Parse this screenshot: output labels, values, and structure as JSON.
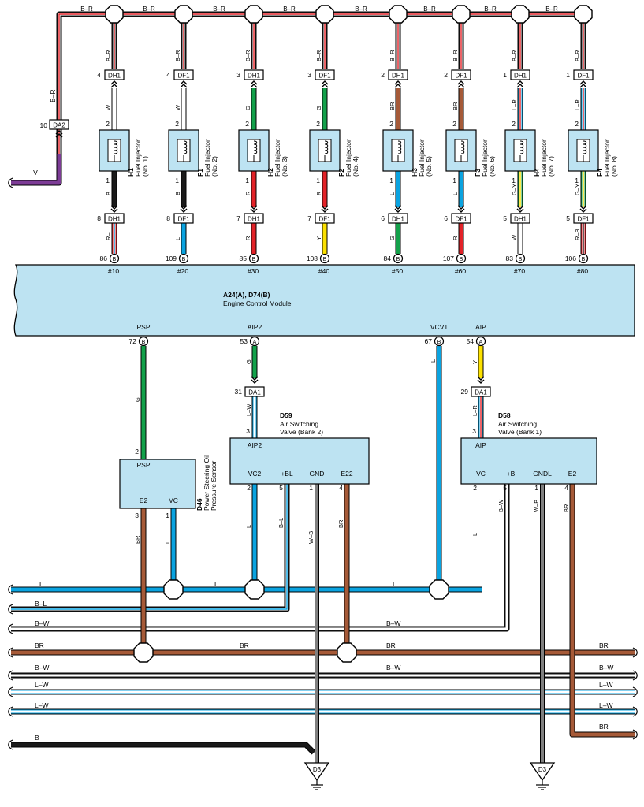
{
  "colors": {
    "B": "#1a1a1a",
    "R": "#e32228",
    "G": "#13a14a",
    "L": "#0aa3e0",
    "Y": "#fce100",
    "BR": "#a65a38",
    "V": "#7d3c96",
    "W": "#ffffff",
    "module_fill": "#bde3f2",
    "component_fill": "#bde3f2"
  },
  "top_bus": {
    "label": "B–R"
  },
  "da2": {
    "name": "DA2",
    "pin": "10",
    "upper_wire": "B–R",
    "lower_wire": "V"
  },
  "injectors": [
    {
      "code": "H1",
      "name": "Fuel Injector",
      "num": "(No. 1)",
      "top_conn": "DH1",
      "top_pin": "4",
      "bus_wire": "B–R",
      "upper_wire": "W",
      "upper_color": "W",
      "upper_stripe": "",
      "pin_upper": "2",
      "pin_lower": "1",
      "mid_wire": "B",
      "mid_color": "B",
      "mid_stripe": "",
      "bot_conn": "DH1",
      "bot_pin": "8",
      "low_wire": "R–L",
      "low_color": "R",
      "low_stripe": "L",
      "ecm_pin": "86",
      "ecm_conn": "B",
      "ecm_label": "#10"
    },
    {
      "code": "F1",
      "name": "Fuel Injector",
      "num": "(No. 2)",
      "top_conn": "DF1",
      "top_pin": "4",
      "bus_wire": "B–R",
      "upper_wire": "W",
      "upper_color": "W",
      "upper_stripe": "",
      "pin_upper": "2",
      "pin_lower": "1",
      "mid_wire": "B",
      "mid_color": "B",
      "mid_stripe": "",
      "bot_conn": "DF1",
      "bot_pin": "8",
      "low_wire": "L",
      "low_color": "L",
      "low_stripe": "",
      "ecm_pin": "109",
      "ecm_conn": "B",
      "ecm_label": "#20"
    },
    {
      "code": "H2",
      "name": "Fuel Injector",
      "num": "(No. 3)",
      "top_conn": "DH1",
      "top_pin": "3",
      "bus_wire": "B–R",
      "upper_wire": "G",
      "upper_color": "G",
      "upper_stripe": "",
      "pin_upper": "2",
      "pin_lower": "1",
      "mid_wire": "R",
      "mid_color": "R",
      "mid_stripe": "",
      "bot_conn": "DH1",
      "bot_pin": "7",
      "low_wire": "R",
      "low_color": "R",
      "low_stripe": "",
      "ecm_pin": "85",
      "ecm_conn": "B",
      "ecm_label": "#30"
    },
    {
      "code": "F2",
      "name": "Fuel Injector",
      "num": "(No. 4)",
      "top_conn": "DF1",
      "top_pin": "3",
      "bus_wire": "B–R",
      "upper_wire": "G",
      "upper_color": "G",
      "upper_stripe": "",
      "pin_upper": "2",
      "pin_lower": "1",
      "mid_wire": "R",
      "mid_color": "R",
      "mid_stripe": "",
      "bot_conn": "DF1",
      "bot_pin": "7",
      "low_wire": "Y",
      "low_color": "Y",
      "low_stripe": "",
      "ecm_pin": "108",
      "ecm_conn": "B",
      "ecm_label": "#40"
    },
    {
      "code": "H3",
      "name": "Fuel Injector",
      "num": "(No. 5)",
      "top_conn": "DH1",
      "top_pin": "2",
      "bus_wire": "B–R",
      "upper_wire": "BR",
      "upper_color": "BR",
      "upper_stripe": "",
      "pin_upper": "2",
      "pin_lower": "1",
      "mid_wire": "L",
      "mid_color": "L",
      "mid_stripe": "",
      "bot_conn": "DH1",
      "bot_pin": "6",
      "low_wire": "G",
      "low_color": "G",
      "low_stripe": "",
      "ecm_pin": "84",
      "ecm_conn": "B",
      "ecm_label": "#50"
    },
    {
      "code": "F3",
      "name": "Fuel Injector",
      "num": "(No. 6)",
      "top_conn": "DF1",
      "top_pin": "2",
      "bus_wire": "B–R",
      "upper_wire": "BR",
      "upper_color": "BR",
      "upper_stripe": "",
      "pin_upper": "2",
      "pin_lower": "1",
      "mid_wire": "L",
      "mid_color": "L",
      "mid_stripe": "",
      "bot_conn": "DF1",
      "bot_pin": "6",
      "low_wire": "R",
      "low_color": "R",
      "low_stripe": "",
      "ecm_pin": "107",
      "ecm_conn": "B",
      "ecm_label": "#60"
    },
    {
      "code": "H4",
      "name": "Fuel Injector",
      "num": "(No. 7)",
      "top_conn": "DH1",
      "top_pin": "1",
      "bus_wire": "B–R",
      "upper_wire": "L–R",
      "upper_color": "L",
      "upper_stripe": "R",
      "pin_upper": "2",
      "pin_lower": "1",
      "mid_wire": "G–Y",
      "mid_color": "G",
      "mid_stripe": "Y",
      "bot_conn": "DH1",
      "bot_pin": "5",
      "low_wire": "W",
      "low_color": "W",
      "low_stripe": "",
      "ecm_pin": "83",
      "ecm_conn": "B",
      "ecm_label": "#70"
    },
    {
      "code": "F4",
      "name": "Fuel Injector",
      "num": "(No. 8)",
      "top_conn": "DF1",
      "top_pin": "1",
      "bus_wire": "B–R",
      "upper_wire": "L–R",
      "upper_color": "L",
      "upper_stripe": "R",
      "pin_upper": "2",
      "pin_lower": "1",
      "mid_wire": "G–Y",
      "mid_color": "G",
      "mid_stripe": "Y",
      "bot_conn": "DF1",
      "bot_pin": "5",
      "low_wire": "R–B",
      "low_color": "R",
      "low_stripe": "B",
      "ecm_pin": "106",
      "ecm_conn": "B",
      "ecm_label": "#80"
    }
  ],
  "ecm": {
    "code": "A24(A), D74(B)",
    "name": "Engine Control Module"
  },
  "ecm_bottom_pins": [
    {
      "label": "PSP",
      "pin": "72",
      "conn": "B"
    },
    {
      "label": "AIP2",
      "pin": "53",
      "conn": "A"
    },
    {
      "label": "VCV1",
      "pin": "67",
      "conn": "B"
    },
    {
      "label": "AIP",
      "pin": "54",
      "conn": "A"
    }
  ],
  "psp_wire": "G",
  "aip2_chain": {
    "wire1": "G",
    "da1_pin": "31",
    "da1_name": "DA1",
    "wire2": "L–W",
    "pin": "3"
  },
  "vcv1_wire": "L",
  "aip_chain": {
    "wire1": "Y",
    "da1_pin": "29",
    "da1_name": "DA1",
    "wire2": "L–R",
    "pin": "3"
  },
  "d46": {
    "code": "D46",
    "name1": "Power Steering Oil",
    "name2": "Pressure Sensor",
    "pin_top": "2",
    "label_top": "PSP",
    "label_e2": "E2",
    "label_vc": "VC",
    "pin_e2": "3",
    "pin_vc": "1",
    "wire_e2": "BR",
    "wire_vc": "L"
  },
  "d59": {
    "code": "D59",
    "name1": "Air Switching",
    "name2": "Valve (Bank 2)",
    "label_top": "AIP2",
    "pins": [
      {
        "label": "VC2",
        "pin": "2",
        "wire": "L"
      },
      {
        "label": "+BL",
        "pin": "5",
        "wire": "B–L"
      },
      {
        "label": "GND",
        "pin": "1",
        "wire": "W–B"
      },
      {
        "label": "E22",
        "pin": "4",
        "wire": "BR"
      }
    ]
  },
  "d58": {
    "code": "D58",
    "name1": "Air Switching",
    "name2": "Valve (Bank 1)",
    "label_top": "AIP",
    "pins": [
      {
        "label": "VC",
        "pin": "2",
        "wire": "L"
      },
      {
        "label": "+B",
        "pin": "5",
        "wire": "B–W"
      },
      {
        "label": "GNDL",
        "pin": "1",
        "wire": "W–B"
      },
      {
        "label": "E2",
        "pin": "4",
        "wire": "BR"
      }
    ]
  },
  "bottom_bus": {
    "l": "L",
    "bl": "B–L",
    "bw1": "B–W",
    "br": "BR",
    "bw2": "B–W",
    "lw1": "L–W",
    "lw2": "L–W",
    "br2": "BR",
    "b": "B"
  },
  "grounds": [
    {
      "name": "D3"
    },
    {
      "name": "D3"
    }
  ]
}
